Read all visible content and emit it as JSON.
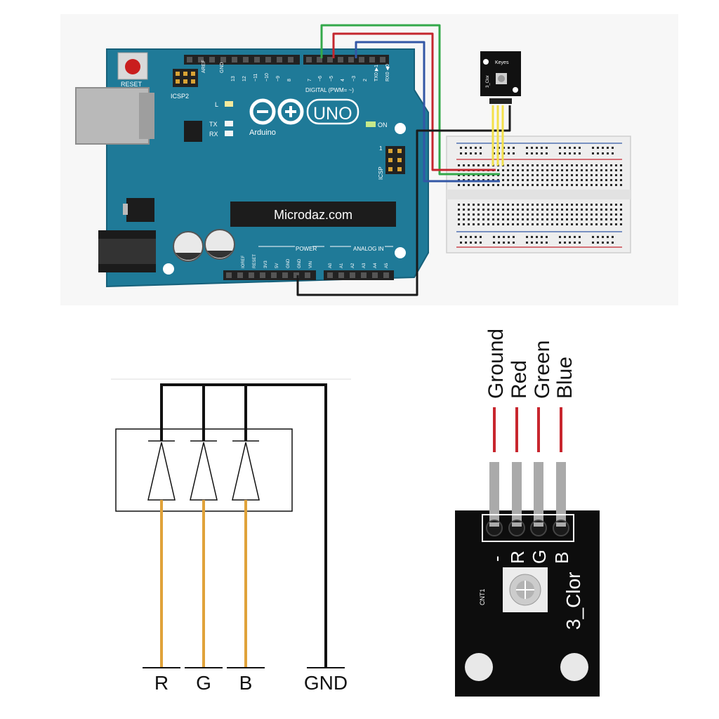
{
  "arduino": {
    "reset_label": "RESET",
    "icsp2_label": "ICSP2",
    "aref_label": "AREF",
    "gnd_label": "GND",
    "digital_label": "DIGITAL (PWM= ~)",
    "digital_pins": [
      "13",
      "12",
      "~11",
      "~10",
      "~9",
      "8",
      "7",
      "~6",
      "~5",
      "4",
      "~3",
      "2",
      "TX0 ▶1",
      "RX0 ◀0"
    ],
    "led_l_label": "L",
    "led_tx_label": "TX",
    "led_rx_label": "RX",
    "on_label": "ON",
    "brand_label": "Arduino",
    "model_label": "UNO",
    "icsp_label": "ICSP",
    "icsp_pin1": "1",
    "site_label": "Microdaz.com",
    "power_label": "POWER",
    "analog_label": "ANALOG IN",
    "power_pins": [
      "IOREF",
      "RESET",
      "3V3",
      "5V",
      "GND",
      "GND",
      "VIN"
    ],
    "analog_pins": [
      "A0",
      "A1",
      "A2",
      "A3",
      "A4",
      "A5"
    ]
  },
  "module_small": {
    "brand_label": "Keyes",
    "name_label": "3_Clor"
  },
  "schematic": {
    "pin_labels": [
      "R",
      "G",
      "B",
      "GND"
    ]
  },
  "module_large": {
    "wire_labels": [
      "Ground",
      "Red",
      "Green",
      "Blue"
    ],
    "pin_labels": [
      "-",
      "R",
      "G",
      "B"
    ],
    "name_label": "3_Clor",
    "board_code": "CNT1"
  },
  "colors": {
    "board_blue": "#1f7a98",
    "wire_green": "#33a84a",
    "wire_red": "#c4262e",
    "wire_blue": "#3357a6",
    "wire_black": "#1a1a1a",
    "wire_yellow": "#f3e04a",
    "schematic_orange": "#e0a23a",
    "label_red": "#c8262e"
  }
}
